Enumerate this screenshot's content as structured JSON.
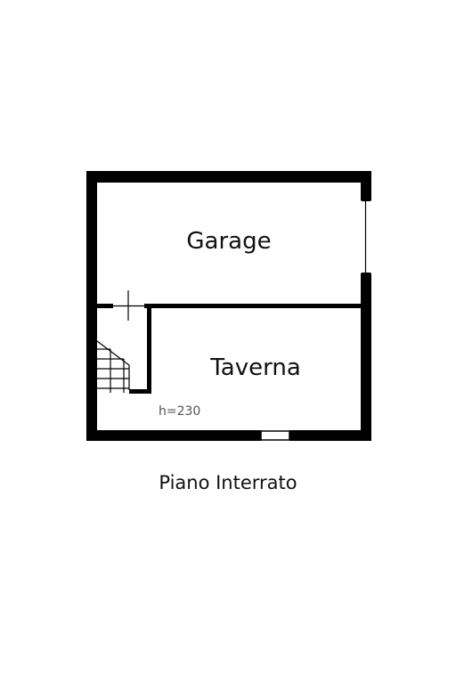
{
  "plan": {
    "rooms": [
      {
        "id": "garage",
        "label": "Garage"
      },
      {
        "id": "taverna",
        "label": "Taverna"
      }
    ],
    "ceiling_height": "h=230",
    "floor_title": "Piano Interrato"
  },
  "colors": {
    "wall": "#000000",
    "text": "#111111",
    "annotation": "#555555"
  }
}
